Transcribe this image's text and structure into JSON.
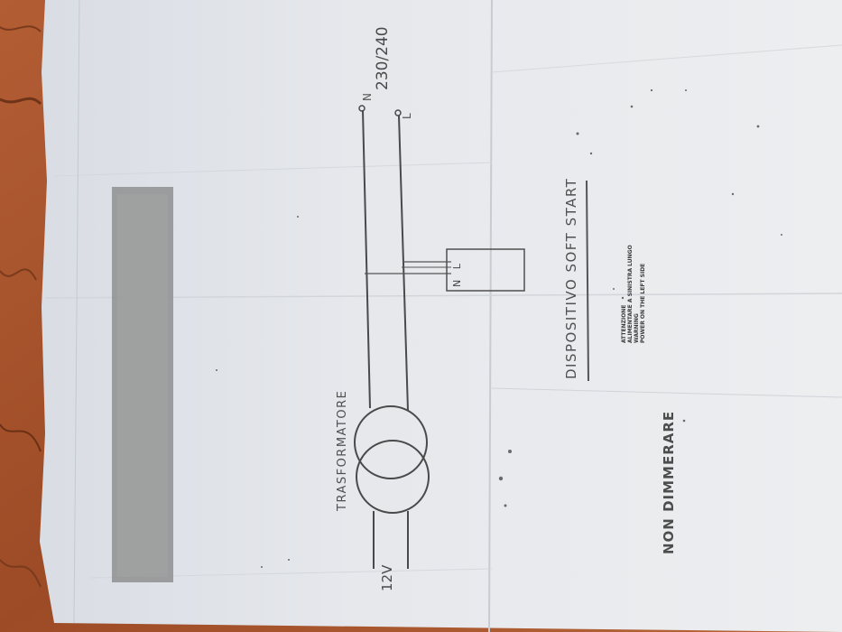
{
  "document": {
    "voltage_in": "12V",
    "transformer_label": "TRASFORMATORE",
    "mains_voltage": "230/240",
    "terminal_n": "N",
    "terminal_l": "L",
    "device_label": "DISPOSITIVO SOFT START",
    "device_terminals": "N L",
    "warning_lines": [
      "ATTENZIONE",
      "ALIMENTARE A SINISTRA LUNGO",
      "WARNING",
      "POWER ON THE LEFT SIDE"
    ],
    "dimmer_warning": "NON DIMMERARE"
  }
}
